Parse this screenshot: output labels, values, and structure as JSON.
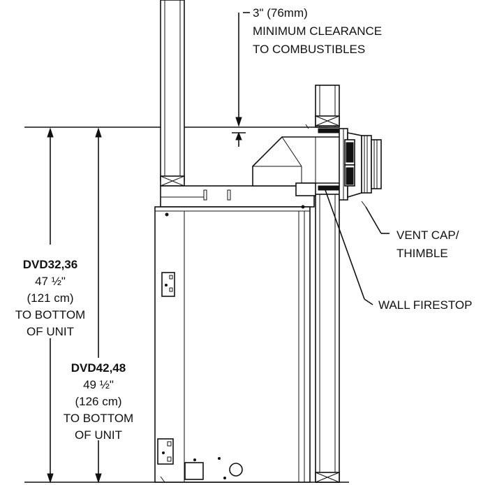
{
  "clearance": {
    "line1": "3\" (76mm)",
    "line2": "MINIMUM CLEARANCE",
    "line3": "TO COMBUSTIBLES"
  },
  "vent_cap": {
    "line1": "VENT CAP/",
    "line2": "THIMBLE"
  },
  "wall_firestop": "WALL FIRESTOP",
  "dim_dvd32": {
    "model": "DVD32,36",
    "inches": "47 ½\"",
    "cm": "(121 cm)",
    "line4": "TO BOTTOM",
    "line5": "OF UNIT"
  },
  "dim_dvd42": {
    "model": "DVD42,48",
    "inches": "49 ½\"",
    "cm": "(126 cm)",
    "line4": "TO BOTTOM",
    "line5": "OF UNIT"
  }
}
